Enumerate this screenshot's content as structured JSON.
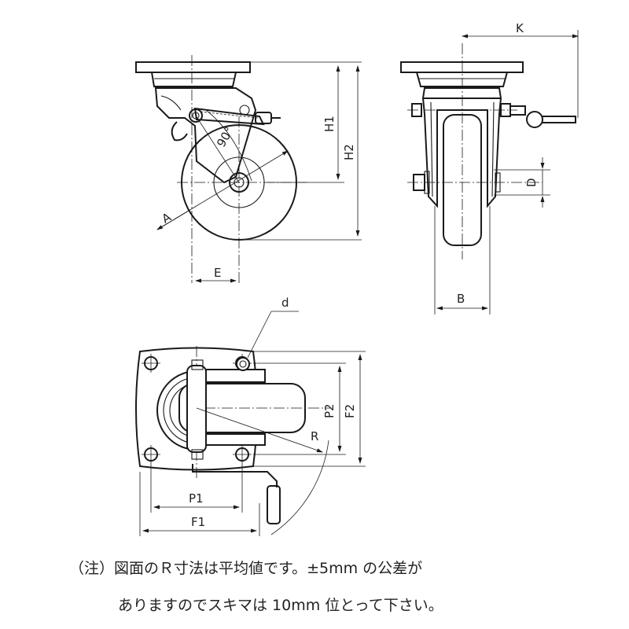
{
  "labels": {
    "H1": "H1",
    "H2": "H2",
    "A": "A",
    "E": "E",
    "angle": "90°",
    "K": "K",
    "D": "D",
    "B": "B",
    "d": "d",
    "P2": "P2",
    "F2": "F2",
    "R": "R",
    "P1": "P1",
    "F1": "F1"
  },
  "note": {
    "line1": "（注）図面のＲ寸法は平均値です。±5mm の公差が",
    "line2": "ありますのでスキマは 10mm 位とって下さい。"
  }
}
